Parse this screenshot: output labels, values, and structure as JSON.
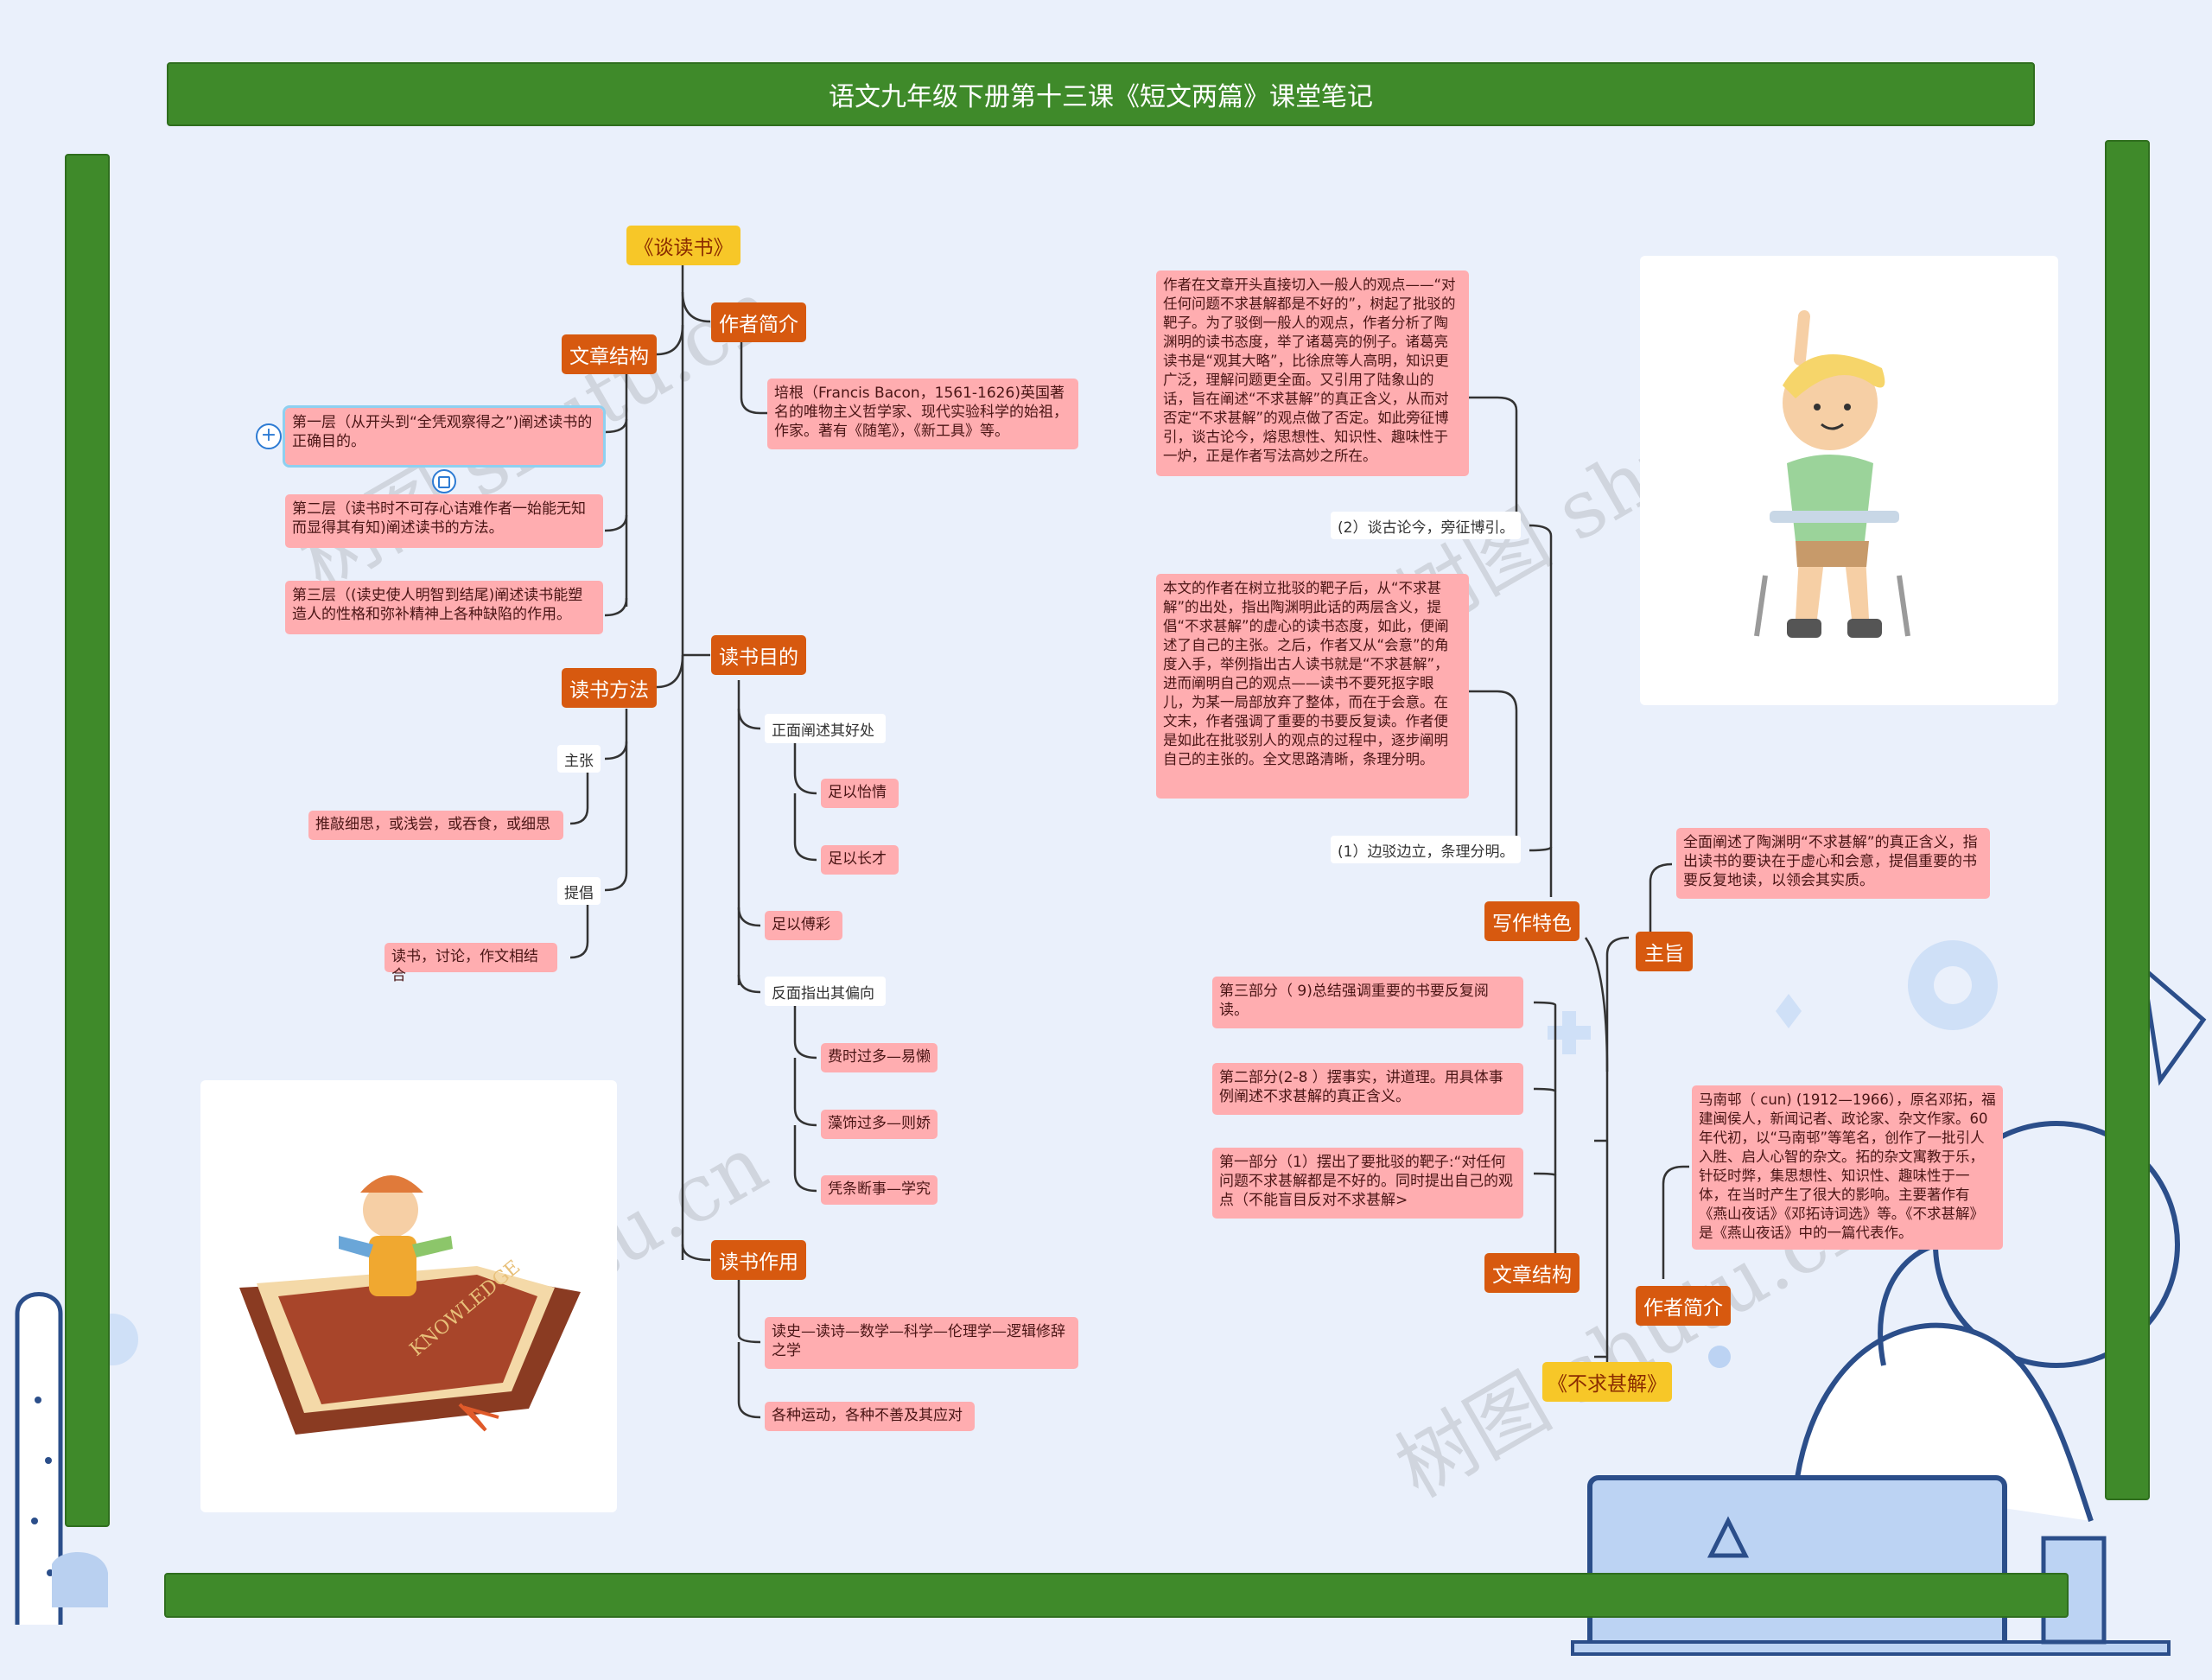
{
  "title": "语文九年级下册第十三课《短文两篇》课堂笔记",
  "watermark": "树图 shutu.cn",
  "left_tree": {
    "root": "《谈读书》",
    "author_intro": {
      "label": "作者简介",
      "text": "培根（Francis Bacon，1561-1626)英国著名的唯物主义哲学家、现代实验科学的始祖，作家。著有《随笔》，《新工具》等。"
    },
    "structure": {
      "label": "文章结构",
      "items": [
        "第一层（从开头到“全凭观察得之”)阐述读书的正确目的。",
        "第二层（读书时不可存心诘难作者一始能无知而显得其有知)阐述读书的方法。",
        "第三层（(读史使人明智到结尾)阐述读书能塑造人的性格和弥补精神上各种缺陷的作用。"
      ]
    },
    "method": {
      "label": "读书方法",
      "advocate_label": "主张",
      "advocate_text": "推敲细思，或浅尝，或吞食，或细思",
      "promote_label": "提倡",
      "promote_text": "读书，讨论，作文相结合"
    },
    "purpose": {
      "label": "读书目的",
      "positive": "正面阐述其好处",
      "pos_items": [
        "足以怡情",
        "足以长才"
      ],
      "ornament": "足以傅彩",
      "negative": "反面指出其偏向",
      "neg_items": [
        "费时过多—易懒",
        "藻饰过多—则娇",
        "凭条断事—学究"
      ]
    },
    "function": {
      "label": "读书作用",
      "items": [
        "读史—读诗—数学—科学—伦理学—逻辑修辞之学",
        "各种运动，各种不善及其应对"
      ]
    }
  },
  "right_tree": {
    "root": "《不求甚解》",
    "author": {
      "label": "作者简介",
      "text": "马南邨（ cun) (1912—1966），原名邓拓，福建闽侯人，新闻记者、政论家、杂文作家。60年代初，以“马南邨”等笔名，创作了一批引人入胜、启人心智的杂文。拓的杂文寓教于乐，针砭时弊，集思想性、知识性、趣味性于一体，在当时产生了很大的影响。主要著作有《燕山夜话》《邓拓诗词选》等。《不求甚解》是《燕山夜话》中的一篇代表作。"
    },
    "theme": {
      "label": "主旨",
      "text": "全面阐述了陶渊明“不求甚解”的真正含义，指出读书的要诀在于虚心和会意，提倡重要的书要反复地读，以领会其实质。"
    },
    "features": {
      "label": "写作特色",
      "f1_label": "(2）谈古论今，旁征博引。",
      "f1_text": "作者在文章开头直接切入一般人的观点——“对任何问题不求甚解都是不好的”，树起了批驳的靶子。为了驳倒一般人的观点，作者分析了陶渊明的读书态度，举了诸葛亮的例子。诸葛亮读书是“观其大略”，比徐庶等人高明，知识更广泛，理解问题更全面。又引用了陆象山的话，旨在阐述“不求甚解”的真正含义，从而对否定“不求甚解”的观点做了否定。如此旁征博引，谈古论今，熔思想性、知识性、趣味性于一炉，正是作者写法高妙之所在。",
      "f2_label": "(1）边驳边立，条理分明。",
      "f2_text": "本文的作者在树立批驳的靶子后，从“不求甚解”的出处，指出陶渊明此话的两层含义，提倡“不求甚解”的虚心的读书态度，如此，便阐述了自己的主张。之后，作者又从“会意”的角度入手，举例指出古人读书就是“不求甚解”，进而阐明自己的观点——读书不要死抠字眼儿，为某一局部放弃了整体，而在于会意。在文末，作者强调了重要的书要反复读。作者便是如此在批驳别人的观点的过程中，逐步阐明自己的主张的。全文思路清晰，条理分明。"
    },
    "structure": {
      "label": "文章结构",
      "items": [
        "第三部分（ 9)总结强调重要的书要反复阅读。",
        "第二部分(2-8 ）摆事实，讲道理。用具体事例阐述不求甚解的真正含义。",
        "第一部分（1）摆出了要批驳的靶子:“对任何问题不求甚解都是不好的。同时提出自己的观点（不能盲目反对不求甚解>"
      ]
    }
  },
  "book_cover_text": "KNOWLEDGE",
  "icons": [
    "expand-plus-icon",
    "note-icon"
  ]
}
